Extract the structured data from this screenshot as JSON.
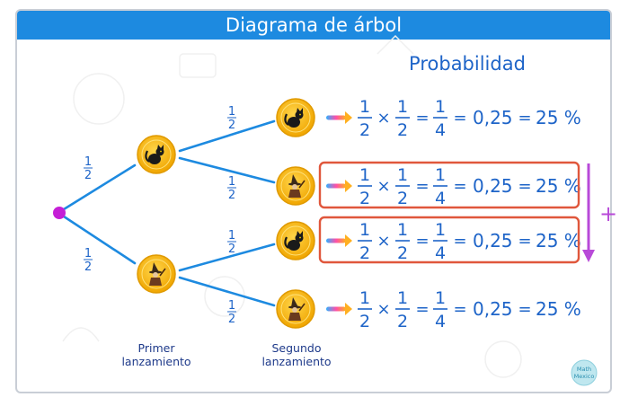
{
  "title": "Diagrama de árbol",
  "heading": "Probabilidad",
  "branch_fraction": {
    "num": "1",
    "den": "2"
  },
  "first_toss_label": [
    "Primer",
    "lanzamiento"
  ],
  "second_toss_label": [
    "Segundo",
    "lanzamiento"
  ],
  "outcomes": [
    {
      "first": "cat",
      "second": "cat",
      "highlighted": false
    },
    {
      "first": "cat",
      "second": "witch",
      "highlighted": true
    },
    {
      "first": "witch",
      "second": "cat",
      "highlighted": true
    },
    {
      "first": "witch",
      "second": "witch",
      "highlighted": false
    }
  ],
  "equation": {
    "a_num": "1",
    "a_den": "2",
    "times": "×",
    "b_num": "1",
    "b_den": "2",
    "equals": "=",
    "c_num": "1",
    "c_den": "4",
    "decimal": "0,25",
    "percent": "25 %"
  },
  "sum_sign": "+",
  "logo_text": [
    "Math",
    "Mexico"
  ],
  "colors": {
    "header": "#1d8ae0",
    "branch": "#1d8ae0",
    "text": "#1e64c8",
    "root": "#c51fd6",
    "highlight_box": "#e0573c",
    "sum_arrow": "#b84ad8",
    "coin": "#f5b60f"
  }
}
